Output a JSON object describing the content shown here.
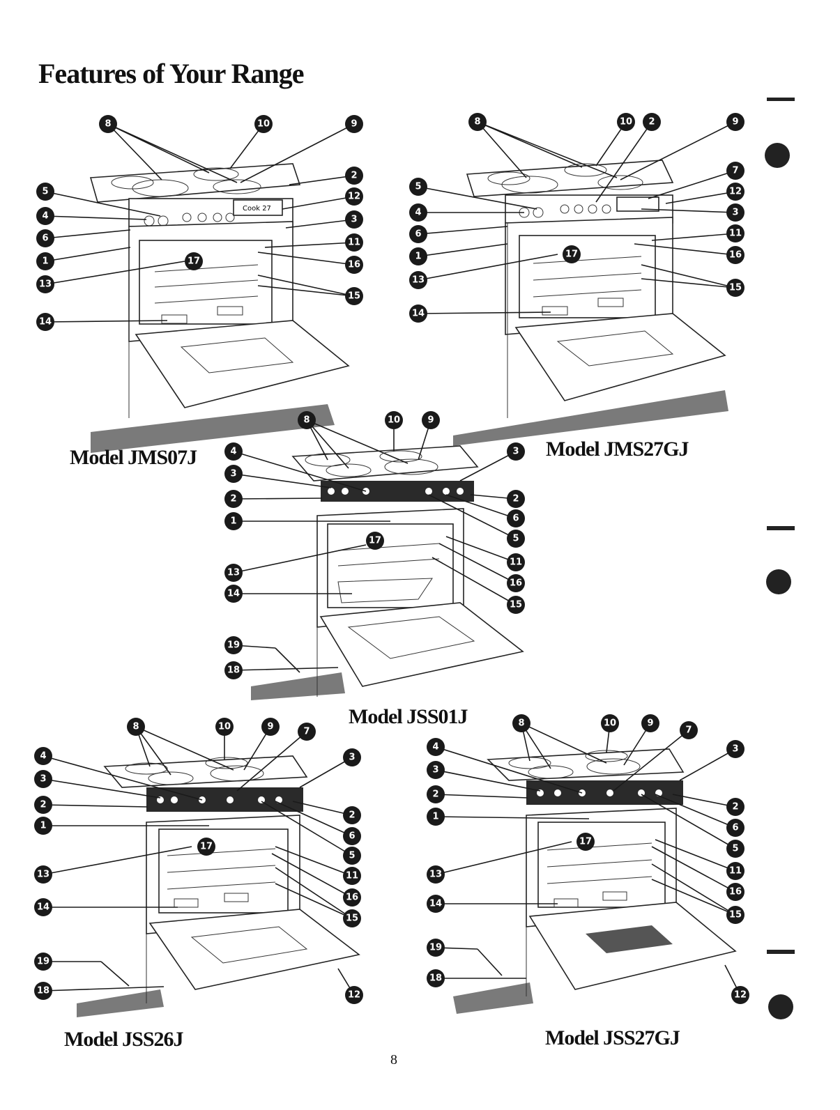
{
  "page": {
    "title": "Features of Your Range",
    "page_number": "8"
  },
  "models": [
    {
      "name": "Model JMS07J"
    },
    {
      "name": "Model JMS27GJ"
    },
    {
      "name": "Model JSS01J"
    },
    {
      "name": "Model JSS26J"
    },
    {
      "name": "Model JSS27GJ"
    }
  ],
  "callouts": {
    "JMS07J": [
      "8",
      "10",
      "9",
      "2",
      "5",
      "12",
      "4",
      "3",
      "6",
      "11",
      "1",
      "16",
      "13",
      "17",
      "15",
      "14"
    ],
    "JMS27GJ": [
      "8",
      "10",
      "2",
      "9",
      "7",
      "5",
      "12",
      "4",
      "3",
      "6",
      "11",
      "1",
      "16",
      "13",
      "17",
      "15",
      "14"
    ],
    "JSS01J": [
      "8",
      "10",
      "9",
      "4",
      "3",
      "3",
      "2",
      "2",
      "1",
      "6",
      "5",
      "17",
      "11",
      "13",
      "16",
      "14",
      "15",
      "19",
      "18"
    ],
    "JSS26J": [
      "8",
      "10",
      "9",
      "7",
      "4",
      "3",
      "3",
      "2",
      "2",
      "1",
      "6",
      "5",
      "17",
      "11",
      "13",
      "16",
      "14",
      "15",
      "19",
      "18",
      "12"
    ],
    "JSS27GJ": [
      "8",
      "10",
      "9",
      "7",
      "4",
      "3",
      "3",
      "2",
      "2",
      "1",
      "6",
      "5",
      "17",
      "11",
      "13",
      "16",
      "14",
      "15",
      "19",
      "18",
      "12"
    ]
  },
  "display_readout": "Cook 27",
  "colors": {
    "ink": "#1a1a1a",
    "paper": "#ffffff",
    "floor_shade": "#7a7a7a"
  }
}
